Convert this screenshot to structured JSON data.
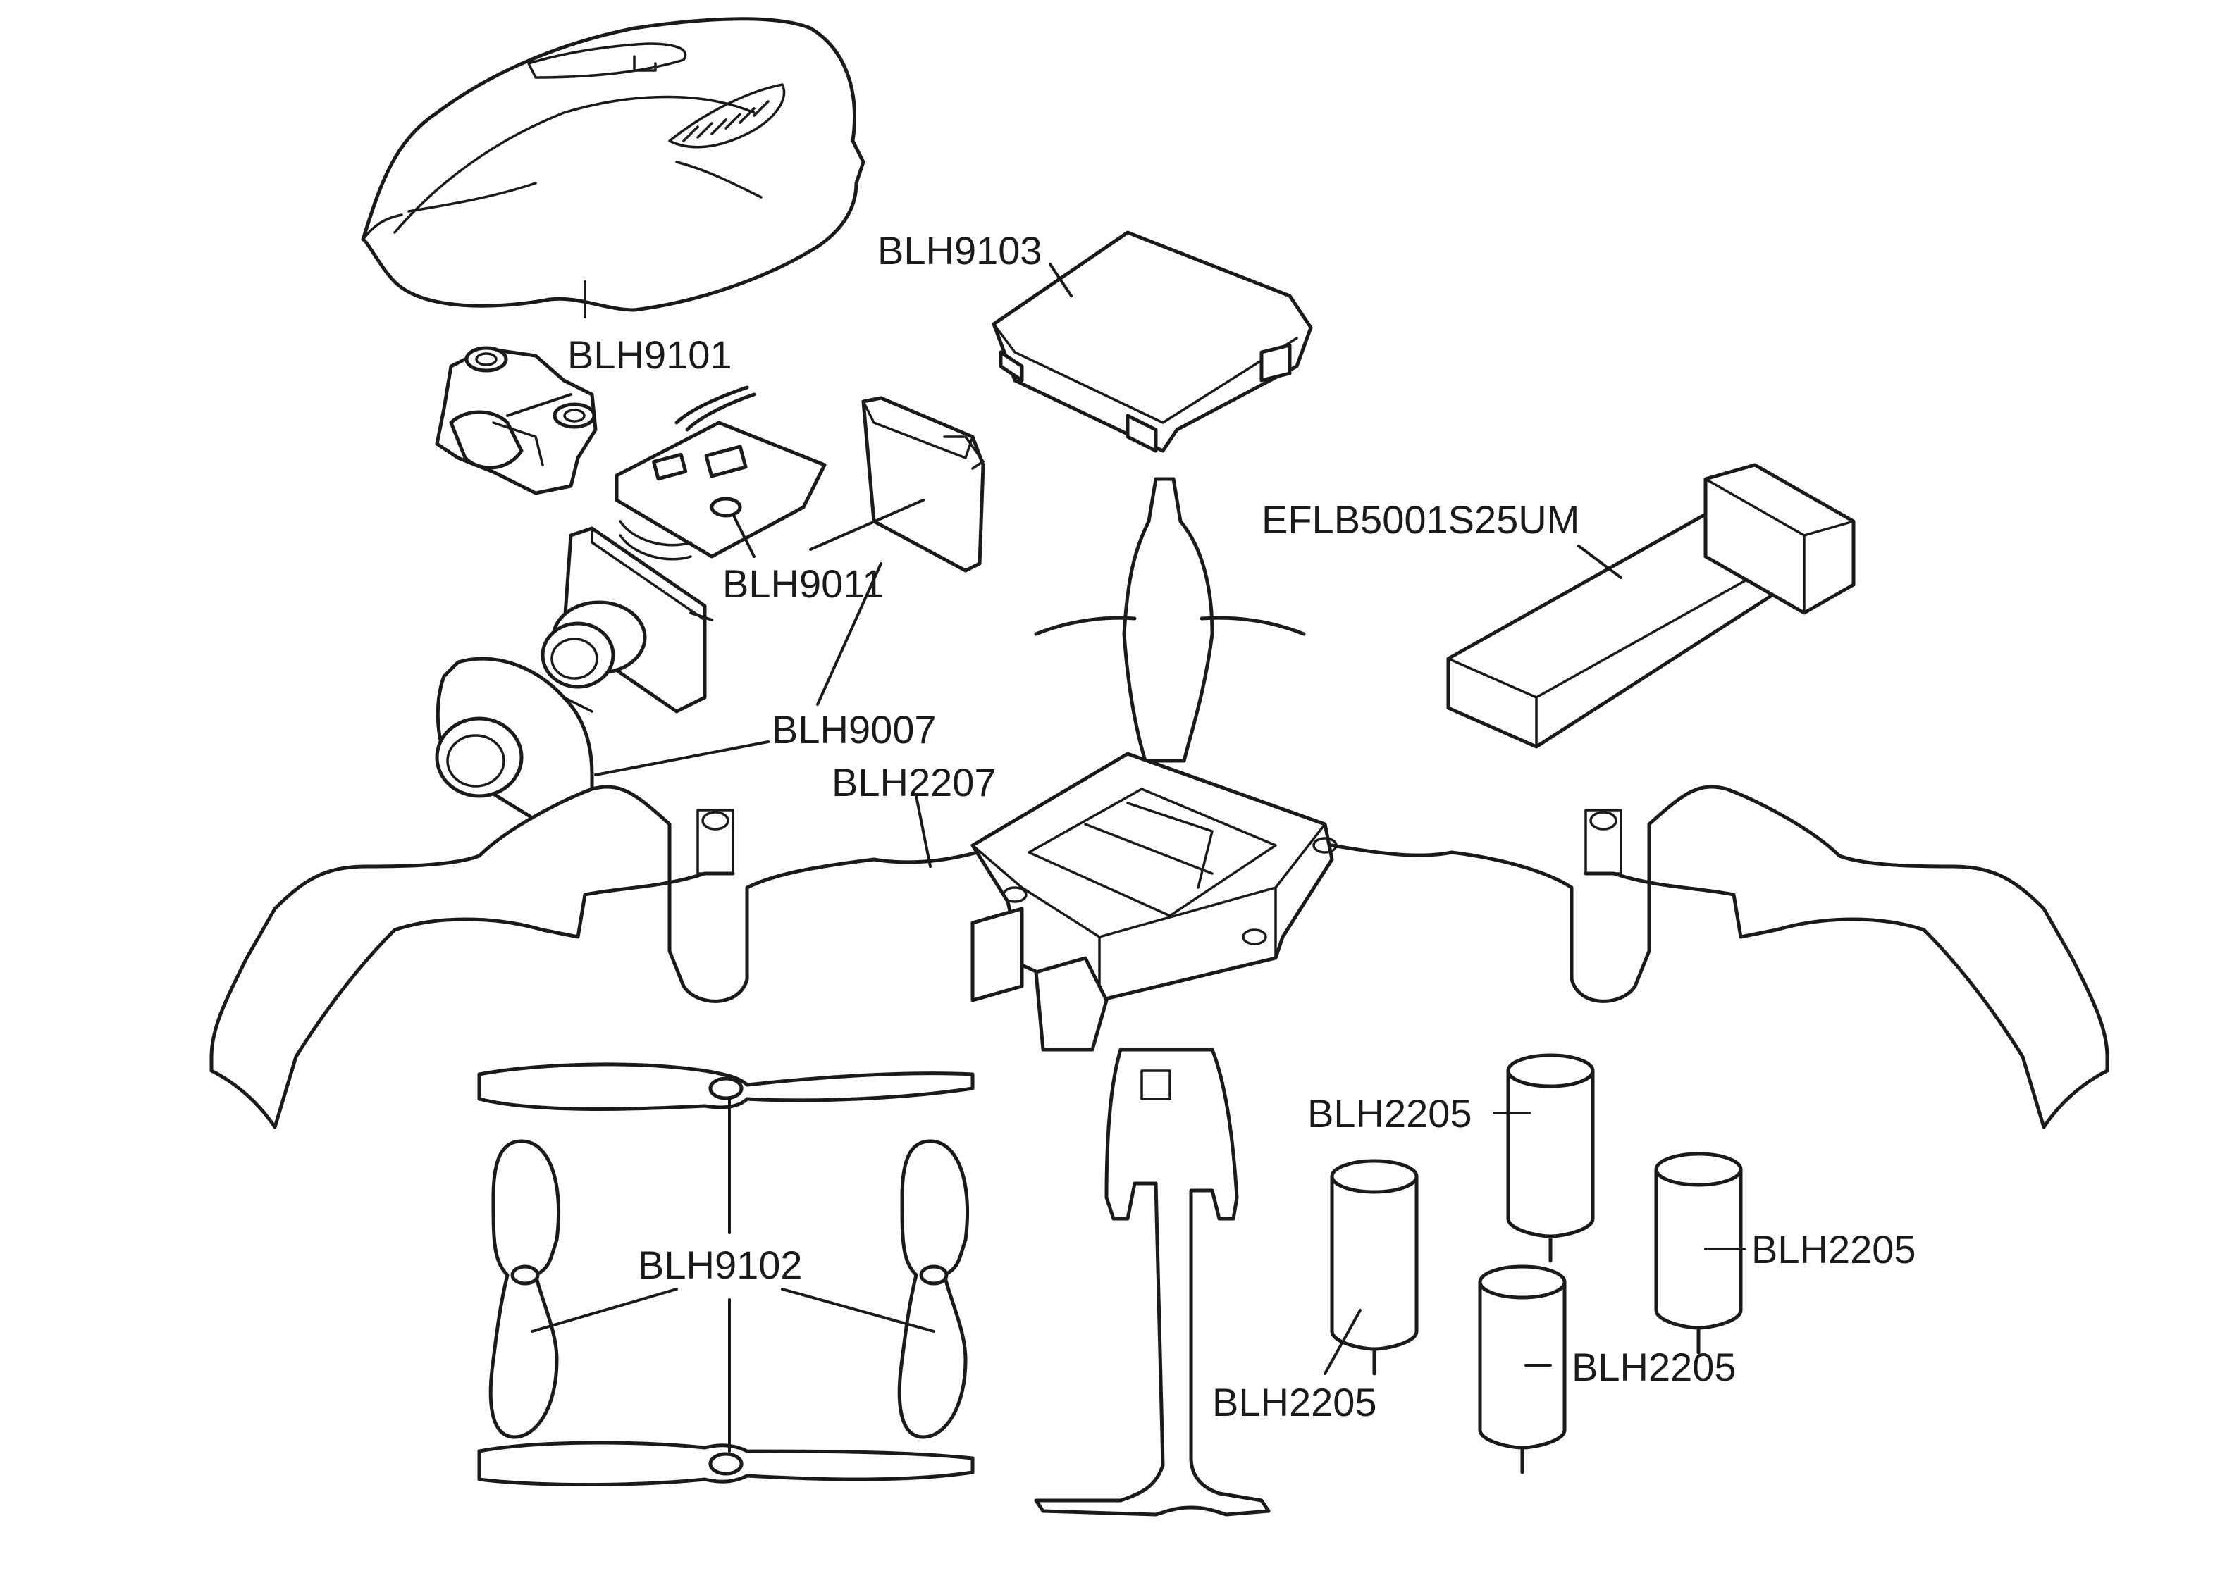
{
  "parts": {
    "canopy": "BLH9101",
    "camera_electronics": "BLH9011",
    "camera_cover": "BLH9007",
    "battery_cover": "BLH9103",
    "battery": "EFLB5001S25UM",
    "frame": "BLH2207",
    "propellers": "BLH9102",
    "motor_a": "BLH2205",
    "motor_b": "BLH2205",
    "motor_c": "BLH2205",
    "motor_d": "BLH2205"
  }
}
